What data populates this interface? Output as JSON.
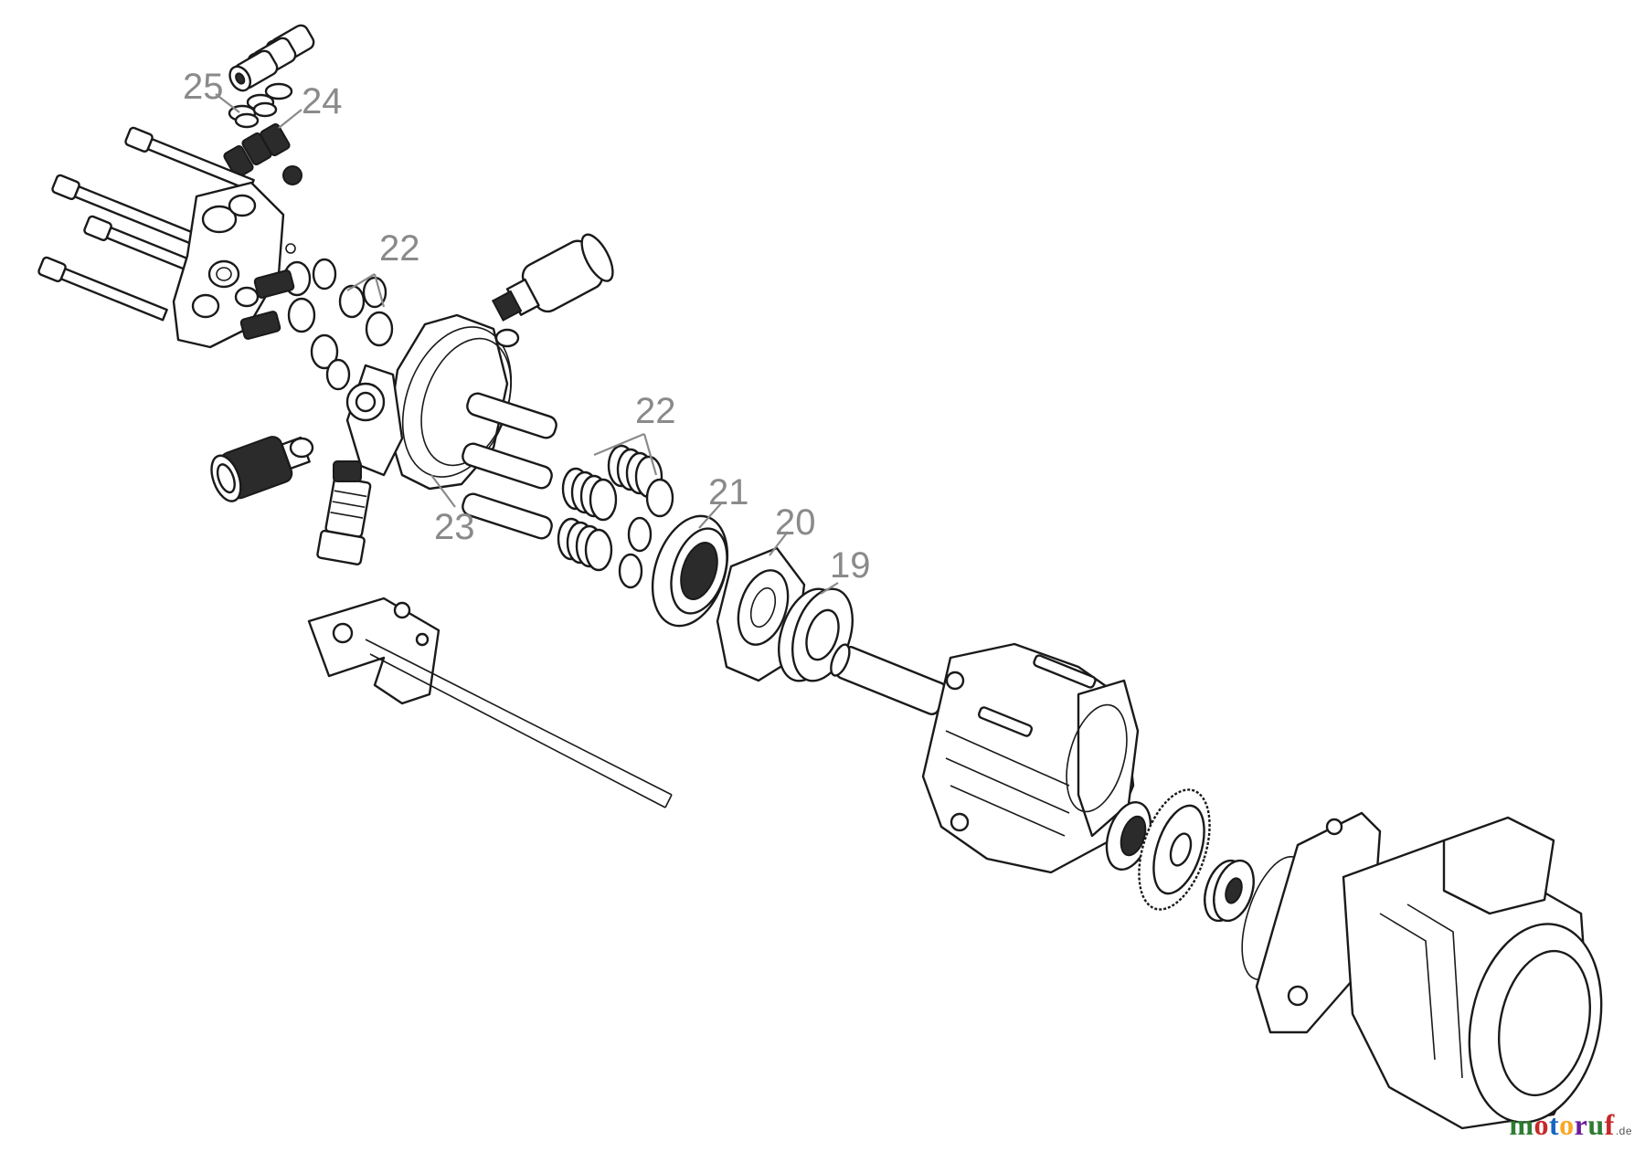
{
  "callouts": [
    {
      "id": "25",
      "text": "25"
    },
    {
      "id": "24",
      "text": "24"
    },
    {
      "id": "22a",
      "text": "22"
    },
    {
      "id": "22b",
      "text": "22"
    },
    {
      "id": "23",
      "text": "23"
    },
    {
      "id": "21",
      "text": "21"
    },
    {
      "id": "20",
      "text": "20"
    },
    {
      "id": "19",
      "text": "19"
    }
  ],
  "brand": {
    "name": "motoruf",
    "tld": ".de",
    "colors": [
      "#2e7d32",
      "#c62828",
      "#1565c0",
      "#f9a825",
      "#6a1b9a"
    ]
  }
}
